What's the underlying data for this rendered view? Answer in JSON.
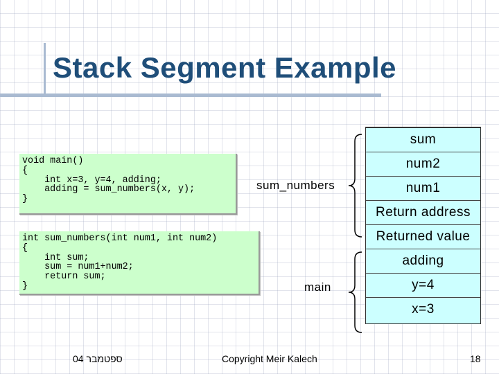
{
  "slide": {
    "title": "Stack Segment Example",
    "code_main": "void main()\n{\n    int x=3, y=4, adding;\n    adding = sum_numbers(x, y);\n}",
    "code_sum": "int sum_numbers(int num1, int num2)\n{\n    int sum;\n    sum = num1+num2;\n    return sum;\n}",
    "stack_cells": [
      "sum",
      "num2",
      "num1",
      "Return address",
      "Returned value",
      "adding",
      "y=4",
      "x=3"
    ],
    "frame_labels": {
      "sum_numbers": "sum_numbers",
      "main": "main"
    },
    "footer": {
      "left": "ספטמבר 04",
      "center": "Copyright Meir Kalech",
      "page": "18"
    },
    "colors": {
      "title": "#1f4e79",
      "code_bg": "#ccffcc",
      "stack_bg": "#ccffff"
    }
  }
}
